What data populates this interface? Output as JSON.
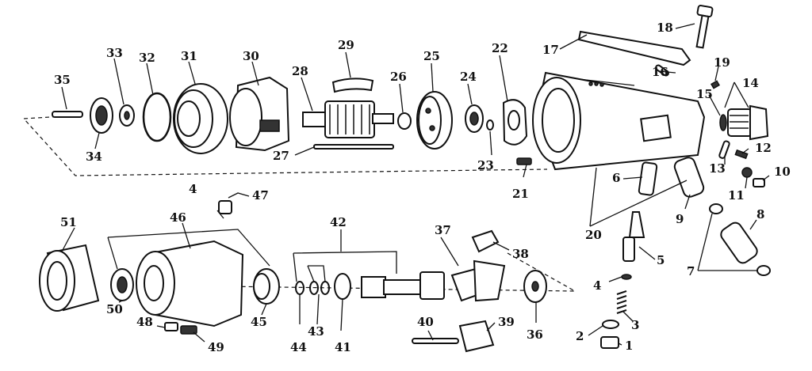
{
  "labels": {
    "l1": "1",
    "l2": "2",
    "l3": "3",
    "l4a": "4",
    "l4b": "4",
    "l5": "5",
    "l6": "6",
    "l7": "7",
    "l8": "8",
    "l9": "9",
    "l10": "10",
    "l11": "11",
    "l12": "12",
    "l13": "13",
    "l14": "14",
    "l15": "15",
    "l16": "16",
    "l17": "17",
    "l18": "18",
    "l19": "19",
    "l20": "20",
    "l21": "21",
    "l22": "22",
    "l23": "23",
    "l24": "24",
    "l25": "25",
    "l26": "26",
    "l27": "27",
    "l28": "28",
    "l29": "29",
    "l30": "30",
    "l31": "31",
    "l32": "32",
    "l33": "33",
    "l34": "34",
    "l35": "35",
    "l36": "36",
    "l37": "37",
    "l38": "38",
    "l39": "39",
    "l40": "40",
    "l41": "41",
    "l42": "42",
    "l43": "43",
    "l44": "44",
    "l45": "45",
    "l46": "46",
    "l47": "47",
    "l48": "48",
    "l49": "49",
    "l50": "50",
    "l51": "51"
  }
}
